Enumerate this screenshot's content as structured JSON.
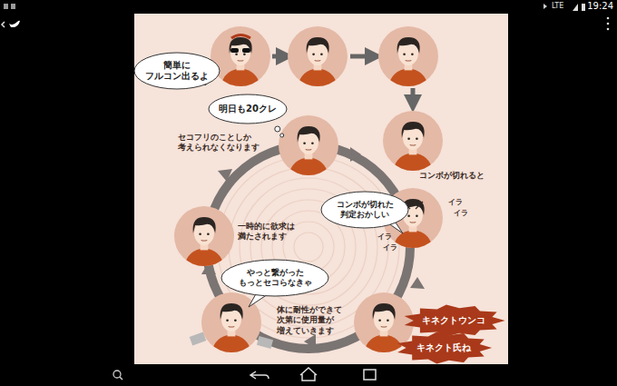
{
  "diagram": {
    "nodes": [
      {
        "text": [
          "簡単に フルコン出るよ"
        ]
      },
      {
        "text": [
          "明日も20クレ"
        ]
      },
      {
        "text": [
          "コンボが切れた 判定おかしい"
        ]
      },
      {
        "text": [
          "やっと繋がった もっとセコらなきゃ"
        ]
      },
      {
        "text": [
          "キネクトウンコ"
        ]
      },
      {
        "text": [
          "キネクト氏ね"
        ]
      }
    ],
    "labels": [
      "セコフリのことしか 考えられなくなります",
      "コンボが切れると",
      "イラ",
      "イラ",
      "イラ",
      "イラ",
      "一時的に欲求は 満たされます",
      "体に耐性ができて 次第に使用量が 増えていきます",
      "LTE",
      "19:24"
    ]
  }
}
